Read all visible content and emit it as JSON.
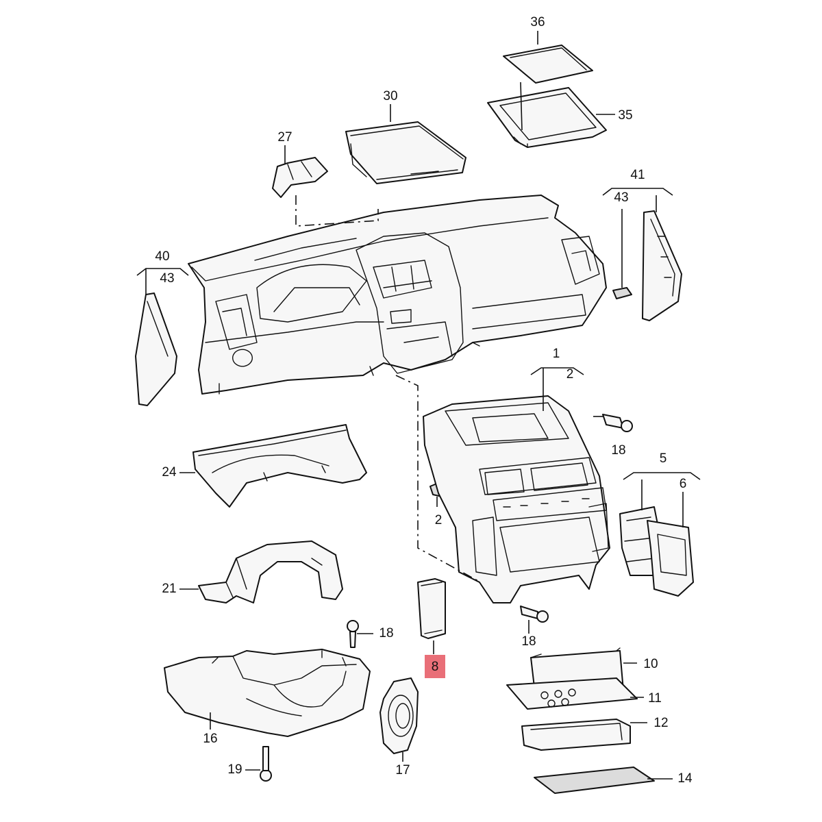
{
  "callouts": {
    "c1": "1",
    "c2a": "2",
    "c2b": "2",
    "c5": "5",
    "c6": "6",
    "c8": "8",
    "c10": "10",
    "c11": "11",
    "c12": "12",
    "c14": "14",
    "c16": "16",
    "c17": "17",
    "c18a": "18",
    "c18b": "18",
    "c18c": "18",
    "c19": "19",
    "c21": "21",
    "c24": "24",
    "c27": "27",
    "c30": "30",
    "c35": "35",
    "c36": "36",
    "c40": "40",
    "c43a": "43",
    "c41": "41",
    "c43b": "43"
  },
  "highlight": {
    "part": "8",
    "color": "#e96f78"
  }
}
